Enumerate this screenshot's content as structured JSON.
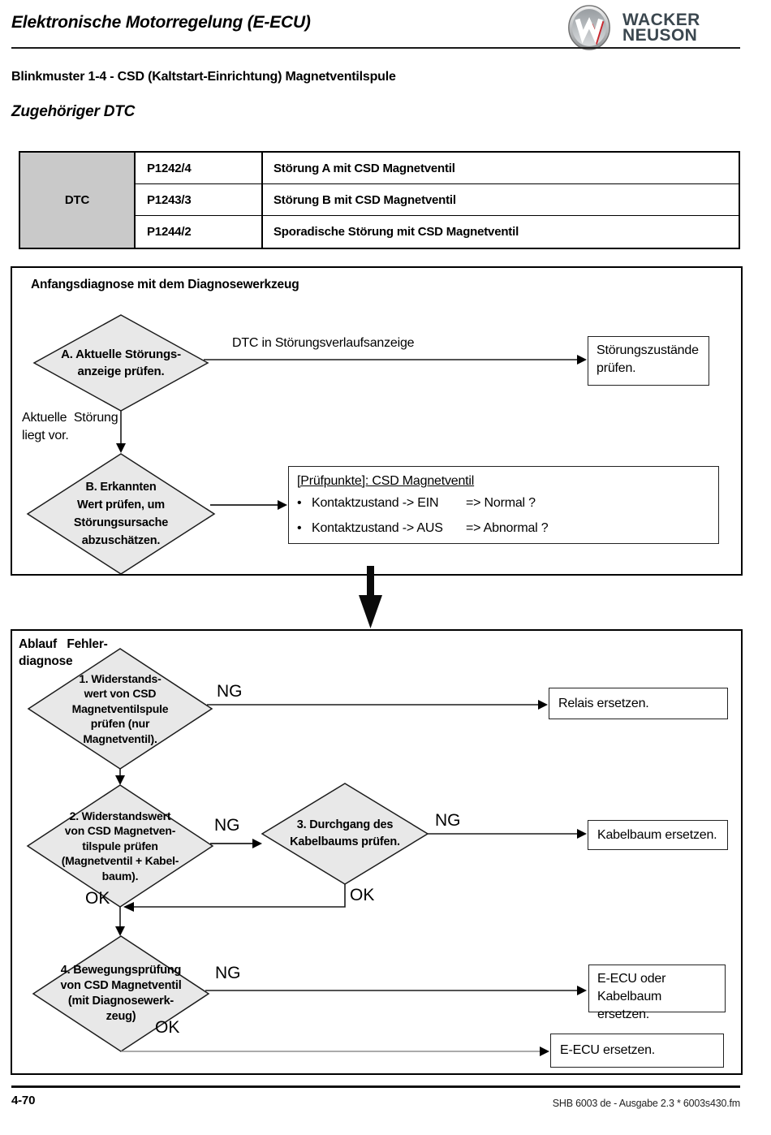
{
  "header": {
    "title": "Elektronische Motorregelung (E-ECU)",
    "logo": {
      "brand_line1": "WACKER",
      "brand_line2": "NEUSON",
      "badge_letter": "W",
      "badge_red": "#c8242b",
      "wordmark_color": "#3b474f"
    }
  },
  "subtitle": "Blinkmuster 1-4 - CSD (Kaltstart-Einrichtung) Magnetventilspule",
  "section_title": "Zugehöriger DTC",
  "dtc_table": {
    "row_header": "DTC",
    "rows": [
      {
        "code": "P1242/4",
        "description": "Störung A mit CSD Magnetventil"
      },
      {
        "code": "P1243/3",
        "description": "Störung B mit CSD Magnetventil"
      },
      {
        "code": "P1244/2",
        "description": "Sporadische Störung mit CSD Magnetventil"
      }
    ],
    "header_bg": "#c9c9c9"
  },
  "initial_diagnosis": {
    "heading": "Anfangsdiagnose mit dem Diagnosewerkzeug",
    "diamond_a": "A. Aktuelle Störungs-\nanzeige prüfen.",
    "branch_a_label": "DTC in Störungsverlaufsanzeige",
    "box_check_states": "Störungszustände\nprüfen.",
    "condition_label": "Aktuelle  Störung\nliegt vor.",
    "diamond_b": "B. Erkannten\nWert prüfen, um\nStörungsursache\nabzuschätzen.",
    "checkpoints": {
      "title": "[Prüfpunkte]: CSD Magnetventil",
      "items": [
        {
          "bullet": "•",
          "condition": "Kontaktzustand -> EIN",
          "result": "=> Normal ?"
        },
        {
          "bullet": "•",
          "condition": "Kontaktzustand -> AUS",
          "result": "=> Abnormal ?"
        }
      ]
    }
  },
  "fault_procedure": {
    "heading": "Ablauf   Fehler-\ndiagnose",
    "diamond_1": "1. Widerstands-\nwert von CSD\nMagnetventilspule\nprüfen (nur\nMagnetventil).",
    "diamond_2": "2. Widerstandswert\nvon CSD Magnetven-\ntilspule prüfen\n(Magnetventil + Kabel-\nbaum).",
    "diamond_3": "3. Durchgang des\nKabelbaums prüfen.",
    "diamond_4": "4. Bewegungsprüfung\nvon CSD Magnetventil\n(mit Diagnosewerk-\nzeug)",
    "box_relay": "Relais ersetzen.",
    "box_harness": "Kabelbaum ersetzen.",
    "box_ecu_or_harness": "E-ECU oder\nKabelbaum ersetzen.",
    "box_ecu": "E-ECU ersetzen.",
    "labels": {
      "ng": "NG",
      "ok": "OK"
    }
  },
  "diagram_colors": {
    "diamond_fill": "#e8e8e8",
    "line": "#1c1c1c"
  },
  "footer": {
    "page_number": "4-70",
    "document_ref": "SHB 6003 de - Ausgabe 2.3 * 6003s430.fm"
  }
}
